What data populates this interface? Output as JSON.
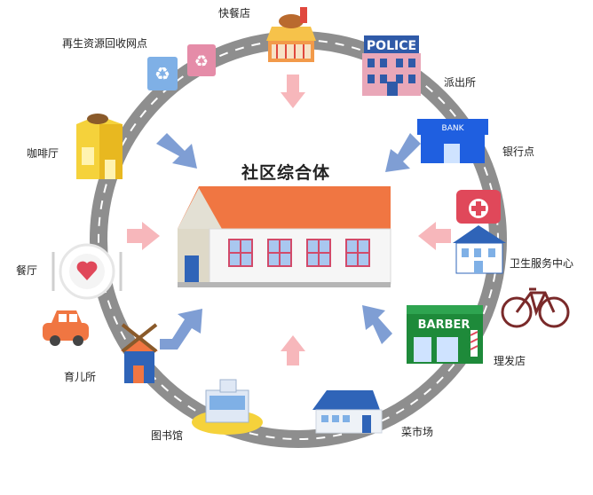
{
  "center": {
    "title": "社区综合体"
  },
  "facilities": {
    "fast_food": "快餐店",
    "recycling": "再生资源回收网点",
    "police": "派出所",
    "bank": "银行点",
    "cafe": "咖啡厅",
    "health": "卫生服务中心",
    "restaurant": "餐厅",
    "kindergarten": "育儿所",
    "barber": "理发店",
    "library": "图书馆",
    "market": "菜市场"
  },
  "signs": {
    "police": "POLICE",
    "bank": "BANK",
    "barber": "BARBER"
  },
  "colors": {
    "road": "#8e8e8e",
    "road_dash": "#ffffff",
    "arrow_blue": "#7f9ed4",
    "arrow_pink": "#f7b7bb",
    "roof": "#f07642",
    "police_blue": "#2f5aa8",
    "bank_blue": "#1f5fe0",
    "barber_green": "#1e8a3a",
    "market_blue": "#2f64b8"
  }
}
